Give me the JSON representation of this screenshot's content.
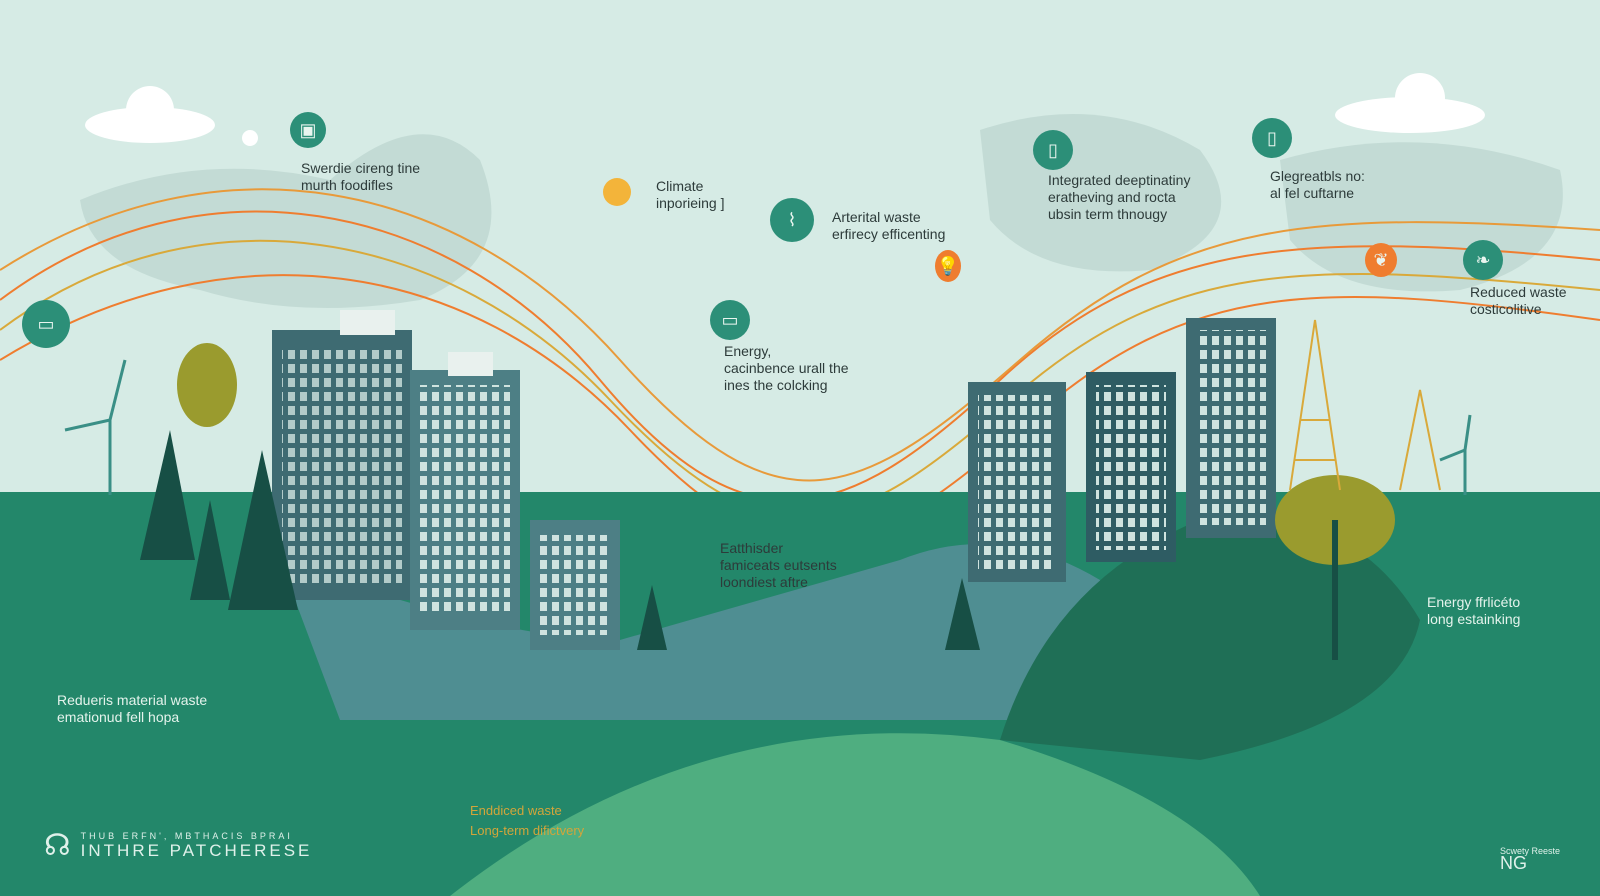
{
  "labels": {
    "top_left": [
      "Swerdie cireng tine",
      "murth foodifles"
    ],
    "climate": [
      "Climate",
      "inporieing ]"
    ],
    "arterial": [
      "Arterital waste",
      "erfirecy efficenting"
    ],
    "integrated": [
      "Integrated deeptinatiny",
      "eratheving and rocta",
      "ubsin term thnougy"
    ],
    "glegreat": [
      "Glegreatbls no:",
      "al fel cuftarne"
    ],
    "reduced_right": [
      "Reduced waste",
      "costicolitive"
    ],
    "energy_center": [
      "Energy,",
      "cacinbence urall the",
      "ines the colcking"
    ],
    "eatthisder": [
      "Eatthisder",
      "famiceats eutsents",
      "loondiest aftre"
    ],
    "energy_right": [
      "Energy ffrlicéto",
      "long estainking"
    ],
    "reduces_left": [
      "Redueris material waste",
      "emationud fell hopa"
    ],
    "enddiced": [
      "Enddiced waste",
      "Long-term difictvery"
    ]
  },
  "logo": {
    "line1": "THUB ERFN', MBTHACIS BPRAI",
    "line2": "INTHRE PATCHERESE"
  },
  "badge": {
    "line1": "Scwety Reeste",
    "line2": "NG"
  },
  "colors": {
    "sky": "#d6ebe5",
    "ground": "#23876a",
    "accent_orange": "#ef7d2f",
    "gold": "#d9a93a",
    "building": "#3e6b72"
  }
}
